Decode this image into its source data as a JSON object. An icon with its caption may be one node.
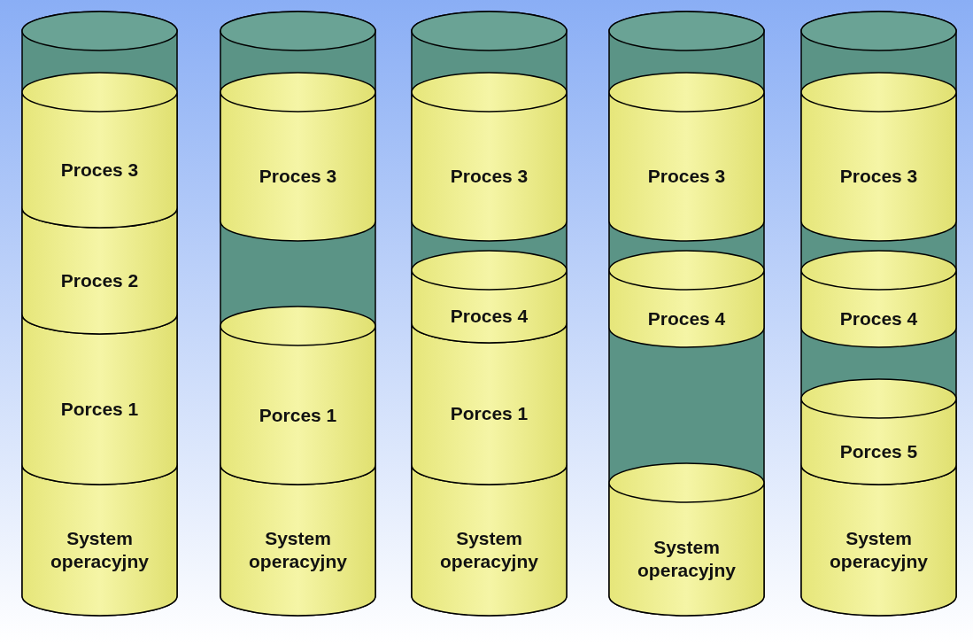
{
  "diagram": {
    "nodes": [
      {
        "text": [],
        "shape": "cylinder"
      },
      {
        "text": [
          "Proces 3"
        ],
        "in": 0
      },
      {
        "text": [
          "Proces 2"
        ],
        "in": 0
      },
      {
        "text": [
          "Porces 1"
        ],
        "in": 0
      },
      {
        "text": [
          "System operacyjny"
        ],
        "in": 0
      },
      {
        "text": [],
        "shape": "cylinder"
      },
      {
        "text": [
          "Proces 3"
        ],
        "in": 5
      },
      {
        "text": [
          "Porces 1"
        ],
        "in": 5
      },
      {
        "text": [
          "System operacyjny"
        ],
        "in": 5
      },
      {
        "text": [],
        "shape": "cylinder"
      },
      {
        "text": [
          "Proces 3"
        ],
        "in": 9
      },
      {
        "text": [
          "Proces 4"
        ],
        "in": 9
      },
      {
        "text": [
          "Porces 1"
        ],
        "in": 9
      },
      {
        "text": [
          "System operacyjny"
        ],
        "in": 9
      },
      {
        "text": [],
        "shape": "cylinder"
      },
      {
        "text": [
          "Proces 3"
        ],
        "in": 14
      },
      {
        "text": [
          "Proces 4"
        ],
        "in": 14
      },
      {
        "text": [
          "System operacyjny"
        ],
        "in": 14
      },
      {
        "text": [],
        "shape": "cylinder"
      },
      {
        "text": [
          "Proces 3"
        ],
        "in": 18
      },
      {
        "text": [
          "Proces 4"
        ],
        "in": 18
      },
      {
        "text": [
          "Porces 5"
        ],
        "in": 18
      },
      {
        "text": [
          "System operacyjny"
        ],
        "in": 18
      }
    ]
  }
}
